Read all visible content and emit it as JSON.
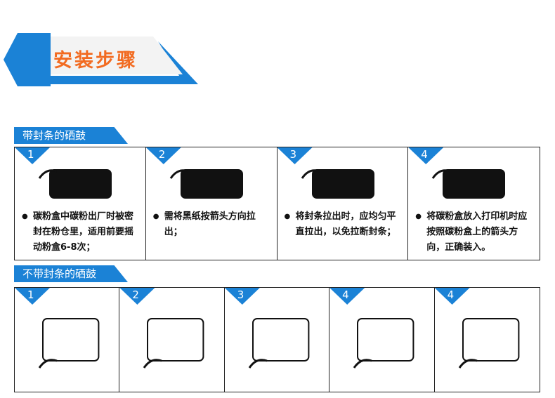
{
  "header": {
    "title": "安装步骤"
  },
  "colors": {
    "accent": "#1b82d6",
    "title": "#f26b21"
  },
  "sealed": {
    "heading": "带封条的硒鼓",
    "steps": [
      {
        "num": "1",
        "text": "碳粉盒中碳粉出厂时被密封在粉仓里，适用前要摇动粉盒6-8次；"
      },
      {
        "num": "2",
        "text": "需将黑纸按箭头方向拉出；"
      },
      {
        "num": "3",
        "text": "将封条拉出时，应均匀平直拉出，以免拉断封条；"
      },
      {
        "num": "4",
        "text": "将碳粉盒放入打印机时应按照碳粉盒上的箭头方向，正确装入。"
      }
    ]
  },
  "unsealed": {
    "heading": "不带封条的硒鼓",
    "steps": [
      {
        "num": "1"
      },
      {
        "num": "2"
      },
      {
        "num": "3"
      },
      {
        "num": "4"
      },
      {
        "num": "4"
      }
    ]
  }
}
